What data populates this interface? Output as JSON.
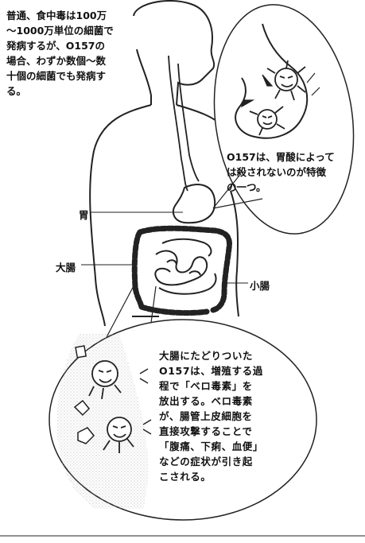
{
  "intro_text": "普通、食中毒は100万\n～1000万単位の細菌で\n発病するが、O157の\n場合、わずか数個～数\n十個の細菌でも発病す\nる。",
  "stomach_note": "O157は、胃酸によって\nは殺されないのが特徴\nの一つ。",
  "labels": {
    "stomach": "胃",
    "large_intestine": "大腸",
    "small_intestine": "小腸"
  },
  "intestine_note": "大腸にたどりついた\nO157は、増殖する過\n程で「ベロ毒素」を\n放出する。ベロ毒素\nが、腸管上皮細胞を\n直接攻撃することで\n「腹痛、下痢、血便」\nなどの症状が引き起\nこされる。",
  "colors": {
    "line": "#222222",
    "dots": "#9a9a9a",
    "background": "#ffffff"
  }
}
